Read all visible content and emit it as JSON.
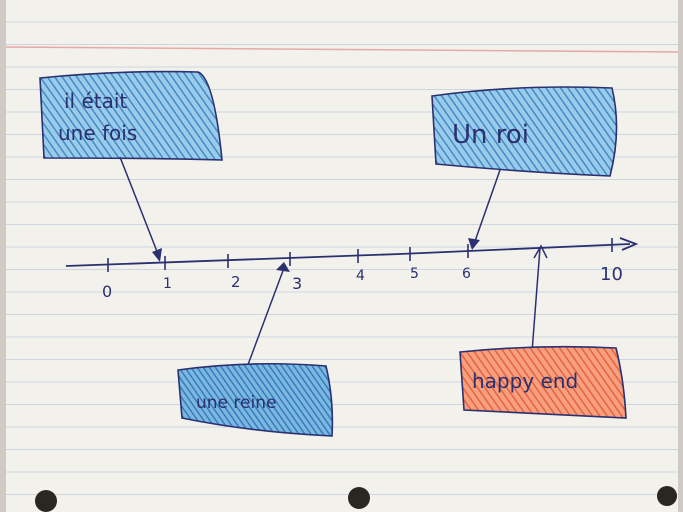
{
  "timeline": {
    "ticks": [
      "0",
      "1",
      "2",
      "3",
      "4",
      "5",
      "6",
      "10"
    ]
  },
  "boxes": {
    "il_etait_une_fois": {
      "line1": "il était",
      "line2": "une fois",
      "color": "#6aa6d6"
    },
    "une_reine": {
      "text": "une reine",
      "color": "#3f8cc8"
    },
    "un_roi": {
      "text": "Un roi",
      "color": "#6aa6d6"
    },
    "happy_end": {
      "text": "happy end",
      "color": "#ee7a55"
    }
  },
  "colors": {
    "paper": "#f3f1ec",
    "rule_line": "#c9d3de",
    "margin_line": "#e5a9a9",
    "ink": "#2a3070"
  }
}
